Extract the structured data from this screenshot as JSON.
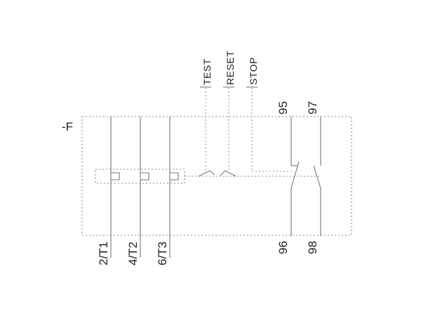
{
  "device": {
    "designation": "-F"
  },
  "actuators": {
    "test": "TEST",
    "reset": "RESET",
    "stop": "STOP"
  },
  "terminals": {
    "t1": "2/T1",
    "t2": "4/T2",
    "t3": "6/T3",
    "c95": "95",
    "c96": "96",
    "c97": "97",
    "c98": "98"
  }
}
